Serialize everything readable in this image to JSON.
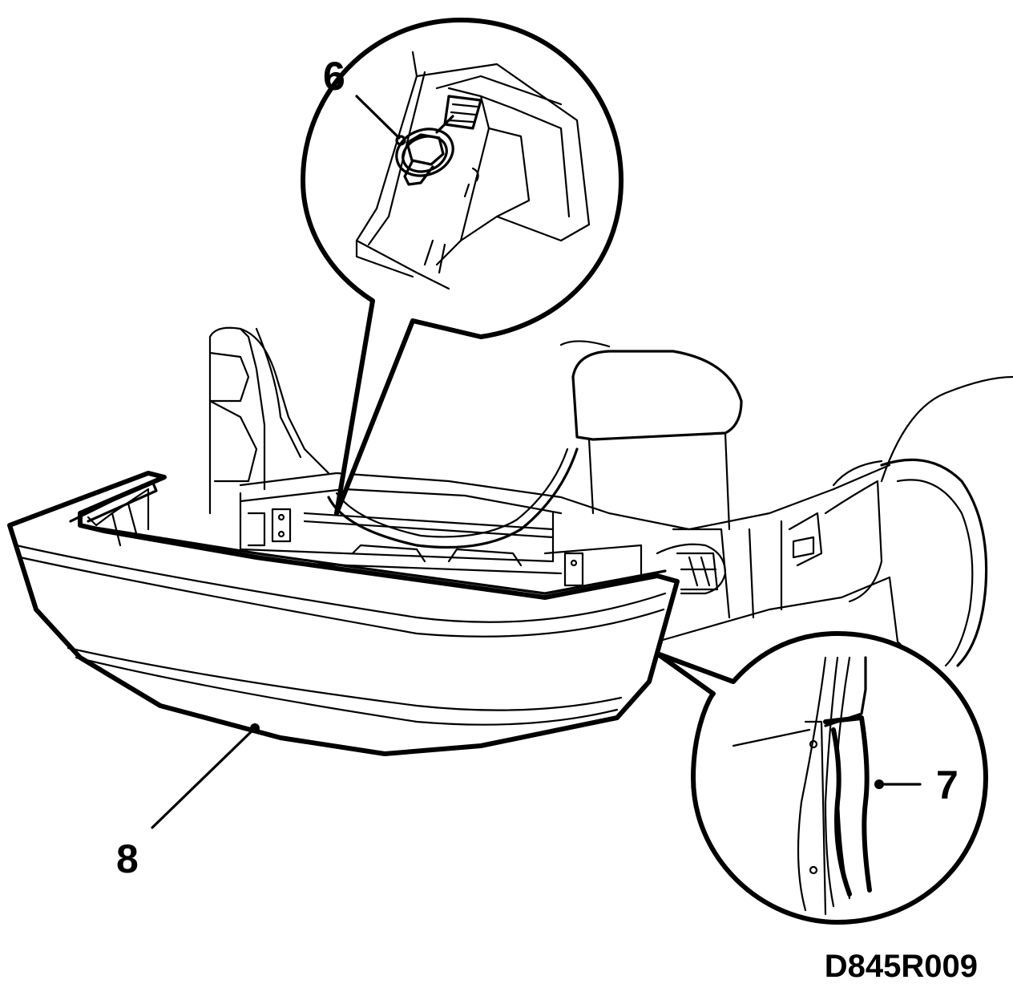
{
  "callouts": {
    "nut": "6",
    "trim_strip": "7",
    "bumper": "8"
  },
  "figure_id": "D845R009",
  "icons": [
    "nut-detail-magnifier",
    "trim-strip-detail-magnifier",
    "rear-bumper-drawing"
  ]
}
